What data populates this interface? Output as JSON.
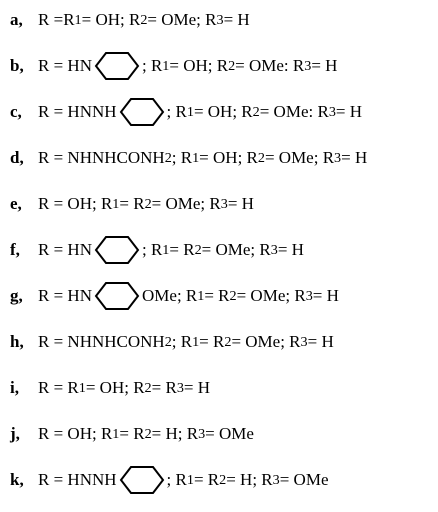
{
  "rows": [
    {
      "label": "a,",
      "parts": [
        {
          "t": "R = "
        },
        {
          "t": "R"
        },
        {
          "sub": "1"
        },
        {
          "t": " = OH; R"
        },
        {
          "sub": "2"
        },
        {
          "t": " = OMe; R"
        },
        {
          "sub": "3"
        },
        {
          "t": " = H"
        }
      ]
    },
    {
      "label": "b,",
      "prefix": "R = HN",
      "suffix_parts": [
        {
          "t": " ; R"
        },
        {
          "sub": "1"
        },
        {
          "t": " = OH; R"
        },
        {
          "sub": "2"
        },
        {
          "t": " = OMe: R"
        },
        {
          "sub": "3"
        },
        {
          "t": " = H"
        }
      ]
    },
    {
      "label": "c,",
      "prefix": "R = HNNH",
      "suffix_parts": [
        {
          "t": " ; R"
        },
        {
          "sub": "1"
        },
        {
          "t": " = OH; R"
        },
        {
          "sub": "2"
        },
        {
          "t": " = OMe: R"
        },
        {
          "sub": "3"
        },
        {
          "t": " = H"
        }
      ]
    },
    {
      "label": "d,",
      "parts": [
        {
          "t": "R = NHNHCONH"
        },
        {
          "sub": "2"
        },
        {
          "t": "; R"
        },
        {
          "sub": "1"
        },
        {
          "t": " = OH; R"
        },
        {
          "sub": "2"
        },
        {
          "t": " = OMe; R"
        },
        {
          "sub": "3"
        },
        {
          "t": " = H"
        }
      ]
    },
    {
      "label": "e,",
      "parts": [
        {
          "t": "R = OH; R"
        },
        {
          "sub": "1"
        },
        {
          "t": " = R"
        },
        {
          "sub": "2"
        },
        {
          "t": " = OMe; R"
        },
        {
          "sub": "3"
        },
        {
          "t": " = H"
        }
      ]
    },
    {
      "label": "f,",
      "prefix": "R = HN",
      "suffix_parts": [
        {
          "t": " ; R"
        },
        {
          "sub": "1"
        },
        {
          "t": " = R"
        },
        {
          "sub": "2"
        },
        {
          "t": " = OMe; R"
        },
        {
          "sub": "3"
        },
        {
          "t": " = H"
        }
      ]
    },
    {
      "label": "g,",
      "prefix": "R = HN",
      "ring_suffix": "OMe",
      "suffix_parts": [
        {
          "t": " ; R"
        },
        {
          "sub": "1"
        },
        {
          "t": " = R"
        },
        {
          "sub": "2"
        },
        {
          "t": " = OMe; R"
        },
        {
          "sub": "3"
        },
        {
          "t": " = H"
        }
      ]
    },
    {
      "label": "h,",
      "parts": [
        {
          "t": "R = NHNHCONH"
        },
        {
          "sub": "2"
        },
        {
          "t": "; R"
        },
        {
          "sub": "1"
        },
        {
          "t": " = R"
        },
        {
          "sub": "2"
        },
        {
          "t": " = OMe; R"
        },
        {
          "sub": "3"
        },
        {
          "t": " = H"
        }
      ]
    },
    {
      "label": "i,",
      "parts": [
        {
          "t": "R = R"
        },
        {
          "sub": "1"
        },
        {
          "t": " = OH; R"
        },
        {
          "sub": "2"
        },
        {
          "t": " = R"
        },
        {
          "sub": "3"
        },
        {
          "t": " = H"
        }
      ]
    },
    {
      "label": "j,",
      "parts": [
        {
          "t": "R = OH; R"
        },
        {
          "sub": "1"
        },
        {
          "t": " = R"
        },
        {
          "sub": "2"
        },
        {
          "t": " = H; R"
        },
        {
          "sub": "3"
        },
        {
          "t": " = OMe"
        }
      ]
    },
    {
      "label": "k,",
      "prefix": "R = HNNH",
      "suffix_parts": [
        {
          "t": " ; R"
        },
        {
          "sub": "1"
        },
        {
          "t": " = R"
        },
        {
          "sub": "2"
        },
        {
          "t": " = H; R"
        },
        {
          "sub": "3"
        },
        {
          "t": " = OMe"
        }
      ]
    }
  ]
}
